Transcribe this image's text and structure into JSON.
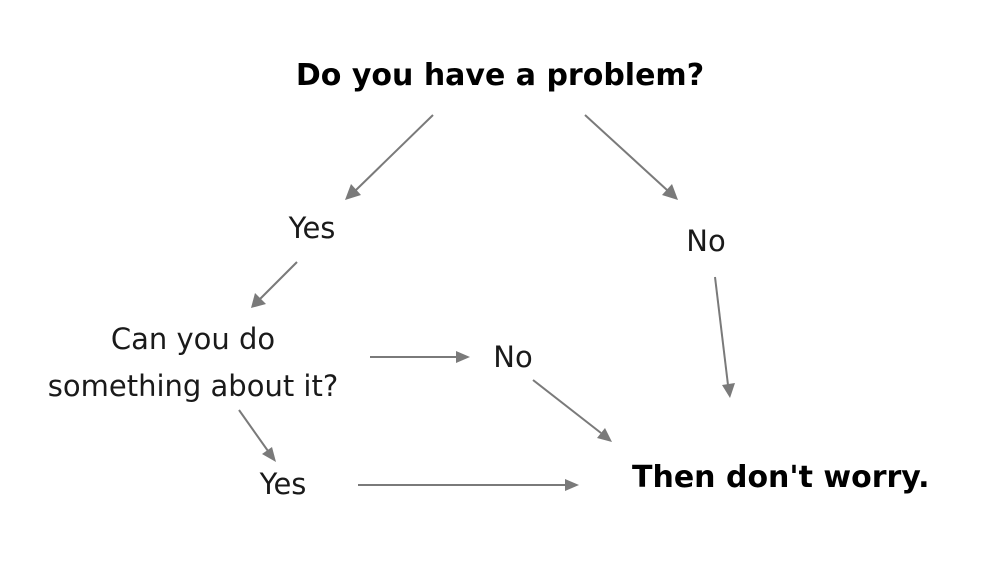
{
  "diagram": {
    "question": "Do you have a problem?",
    "yes_1": "Yes",
    "no_1": "No",
    "can_you_line1": "Can you do",
    "can_you_line2": "something about it?",
    "no_2": "No",
    "yes_2": "Yes",
    "result": "Then don't worry."
  },
  "colors": {
    "arrow": "#7a7a7a",
    "text": "#111111"
  }
}
